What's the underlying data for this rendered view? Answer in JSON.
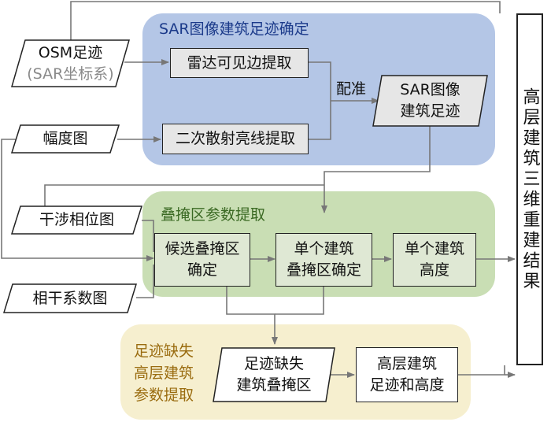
{
  "panels": {
    "footprint": {
      "title": "SAR图像建筑足迹确定",
      "color": "#b4c6e6",
      "title_color": "#1b3a8a"
    },
    "layover": {
      "title": "叠掩区参数提取",
      "color": "#c9deb4",
      "title_color": "#3b6a24"
    },
    "missing": {
      "title_lines": [
        "足迹缺失",
        "高层建筑",
        "参数提取"
      ],
      "color": "#f6efcf",
      "title_color": "#9a6c10"
    }
  },
  "inputs": {
    "osm": {
      "line1": "OSM足迹",
      "line2": "(SAR坐标系)"
    },
    "amplitude": "幅度图",
    "phase": "干涉相位图",
    "coherence": "相干系数图"
  },
  "steps": {
    "radar_edge": "雷达可见边提取",
    "double_bounce": "二次散射亮线提取",
    "sar_footprint": [
      "SAR图像",
      "建筑足迹"
    ],
    "candidate": [
      "候选叠掩区",
      "确定"
    ],
    "single_layover": [
      "单个建筑",
      "叠掩区确定"
    ],
    "single_height": [
      "单个建筑",
      "高度"
    ],
    "missing_layover": [
      "足迹缺失",
      "建筑叠掩区"
    ],
    "highrise_result": [
      "高层建筑",
      "足迹和高度"
    ]
  },
  "labels": {
    "registration": "配准"
  },
  "result": "高层建筑三维重建结果",
  "colors": {
    "line": "#777777",
    "border": "#222222"
  }
}
